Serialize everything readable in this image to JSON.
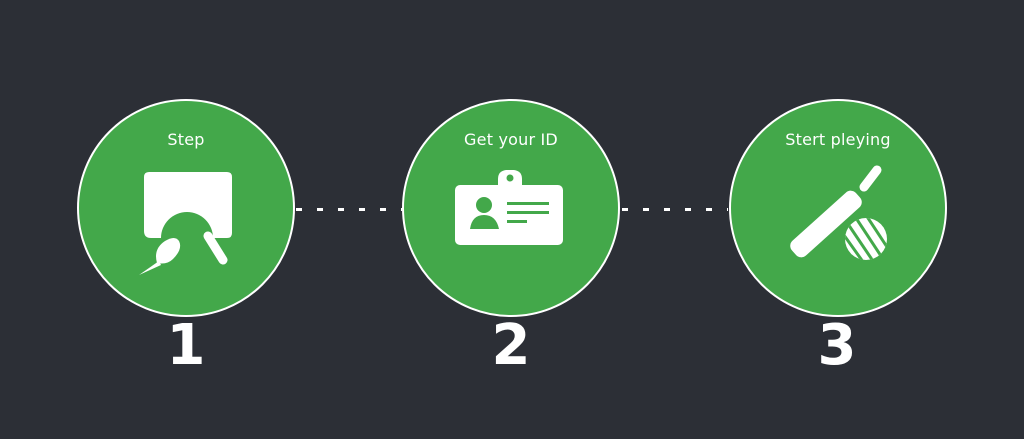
{
  "colors": {
    "background": "#2c2f36",
    "accent_green": "#43a84a",
    "foreground": "#ffffff"
  },
  "steps": [
    {
      "title": "Step",
      "number": "1",
      "icon": "setup-equipment-icon"
    },
    {
      "title": "Get your ID",
      "number": "2",
      "icon": "id-card-icon"
    },
    {
      "title": "Stert pleying",
      "number": "3",
      "icon": "cricket-bat-ball-icon"
    }
  ],
  "connectors": [
    {
      "from": "1",
      "to": "2",
      "style": "dotted"
    },
    {
      "from": "2",
      "to": "3",
      "style": "dotted"
    }
  ]
}
